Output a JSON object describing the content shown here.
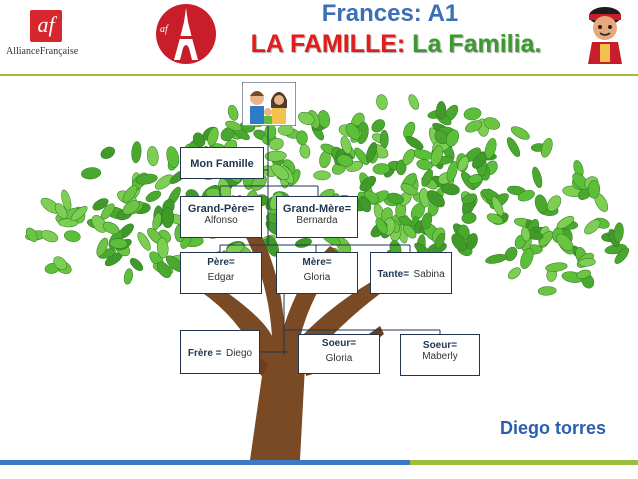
{
  "header": {
    "title_line1": "Frances: A1",
    "title_fr": "LA FAMILLE:",
    "title_es": "La Familia.",
    "logo_text": "AllianceFrançaise",
    "logo_mark": "af"
  },
  "tree": {
    "root": {
      "label": "Mon Famille"
    },
    "grandfather": {
      "label": "Grand-Père=",
      "name": "Alfonso"
    },
    "grandmother": {
      "label": "Grand-Mère=",
      "name": "Bernarda"
    },
    "father": {
      "label": "Père=",
      "name": "Edgar"
    },
    "mother": {
      "label": "Mère=",
      "name": "Gloria"
    },
    "aunt": {
      "label": "Tante=",
      "name": "Sabina"
    },
    "brother": {
      "label": "Frère =",
      "name": "Diego"
    },
    "sister1": {
      "label": "Soeur=",
      "name": "Gloria"
    },
    "sister2": {
      "label": "Soeur=",
      "name": "Maberly"
    }
  },
  "footer": {
    "signature": "Diego torres"
  },
  "colors": {
    "title_blue": "#3b6fb6",
    "title_red": "#e11c1c",
    "title_green": "#3a9a2e",
    "leaf_green": "#5bbf3a",
    "trunk_brown": "#7a4a25",
    "box_border": "#1f3550"
  },
  "icons": [
    "alliance-francaise-logo",
    "eiffel-tower-logo",
    "mascot-icon",
    "family-icon"
  ]
}
